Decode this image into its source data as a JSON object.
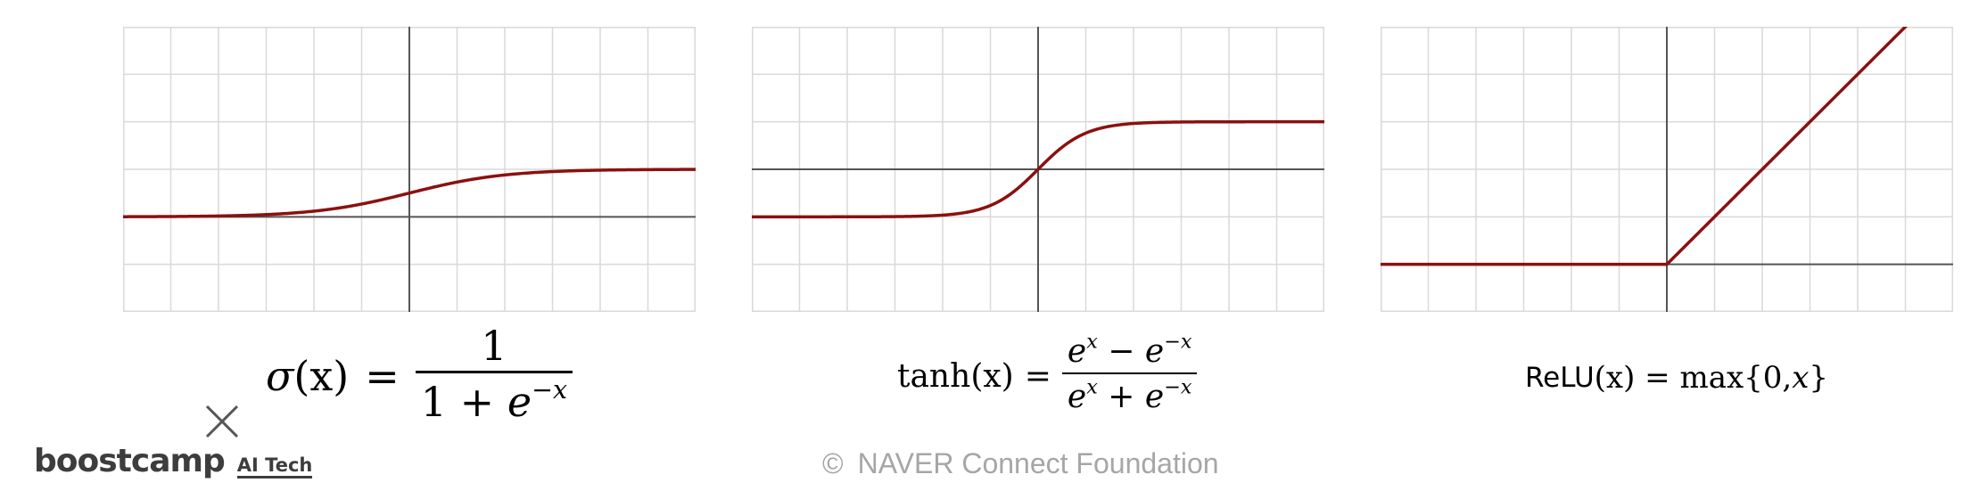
{
  "charts": [
    {
      "id": "sigmoid",
      "x_range": [
        -6,
        6
      ],
      "y_range": [
        -2,
        4
      ],
      "grid": true,
      "grid_step": 1,
      "function": "sigmoid",
      "curve_color": "#8b1010"
    },
    {
      "id": "tanh",
      "x_range": [
        -6,
        6
      ],
      "y_range": [
        -3,
        3
      ],
      "grid": true,
      "grid_step": 1,
      "function": "tanh",
      "curve_color": "#8b1010"
    },
    {
      "id": "relu",
      "x_range": [
        -6,
        6
      ],
      "y_range": [
        -1,
        5
      ],
      "grid": true,
      "grid_step": 1,
      "function": "relu",
      "curve_color": "#8b1010"
    }
  ],
  "formulas": {
    "sigmoid": {
      "lhs_func": "σ",
      "lhs_arg": "(x)",
      "eq": "=",
      "numerator": "1",
      "den_prefix": "1 + ",
      "den_base": "e",
      "den_exp": "−x"
    },
    "tanh": {
      "lhs_func": "tanh",
      "lhs_arg": "(x)",
      "eq": "=",
      "num_base1": "e",
      "num_exp1": "x",
      "num_op": " − ",
      "num_base2": "e",
      "num_exp2": "−x",
      "den_base1": "e",
      "den_exp1": "x",
      "den_op": " + ",
      "den_base2": "e",
      "den_exp2": "−x"
    },
    "relu": {
      "lhs_func": "ReLU",
      "lhs_arg": "(x)",
      "eq": " = ",
      "rhs_func": "max",
      "rhs_open": "{0,",
      "rhs_var": "x",
      "rhs_close": "}"
    }
  },
  "footer": {
    "logo_text": "boostcamp",
    "logo_sub": "AI Tech",
    "copyright_symbol": "©",
    "copyright_text": "NAVER Connect Foundation",
    "icon": "times-icon"
  },
  "colors": {
    "grid": "#d9d9d9",
    "axis": "#555555",
    "curve": "#8b1010",
    "logo": "#3d3d3d",
    "copyright": "#a6a6a6"
  }
}
